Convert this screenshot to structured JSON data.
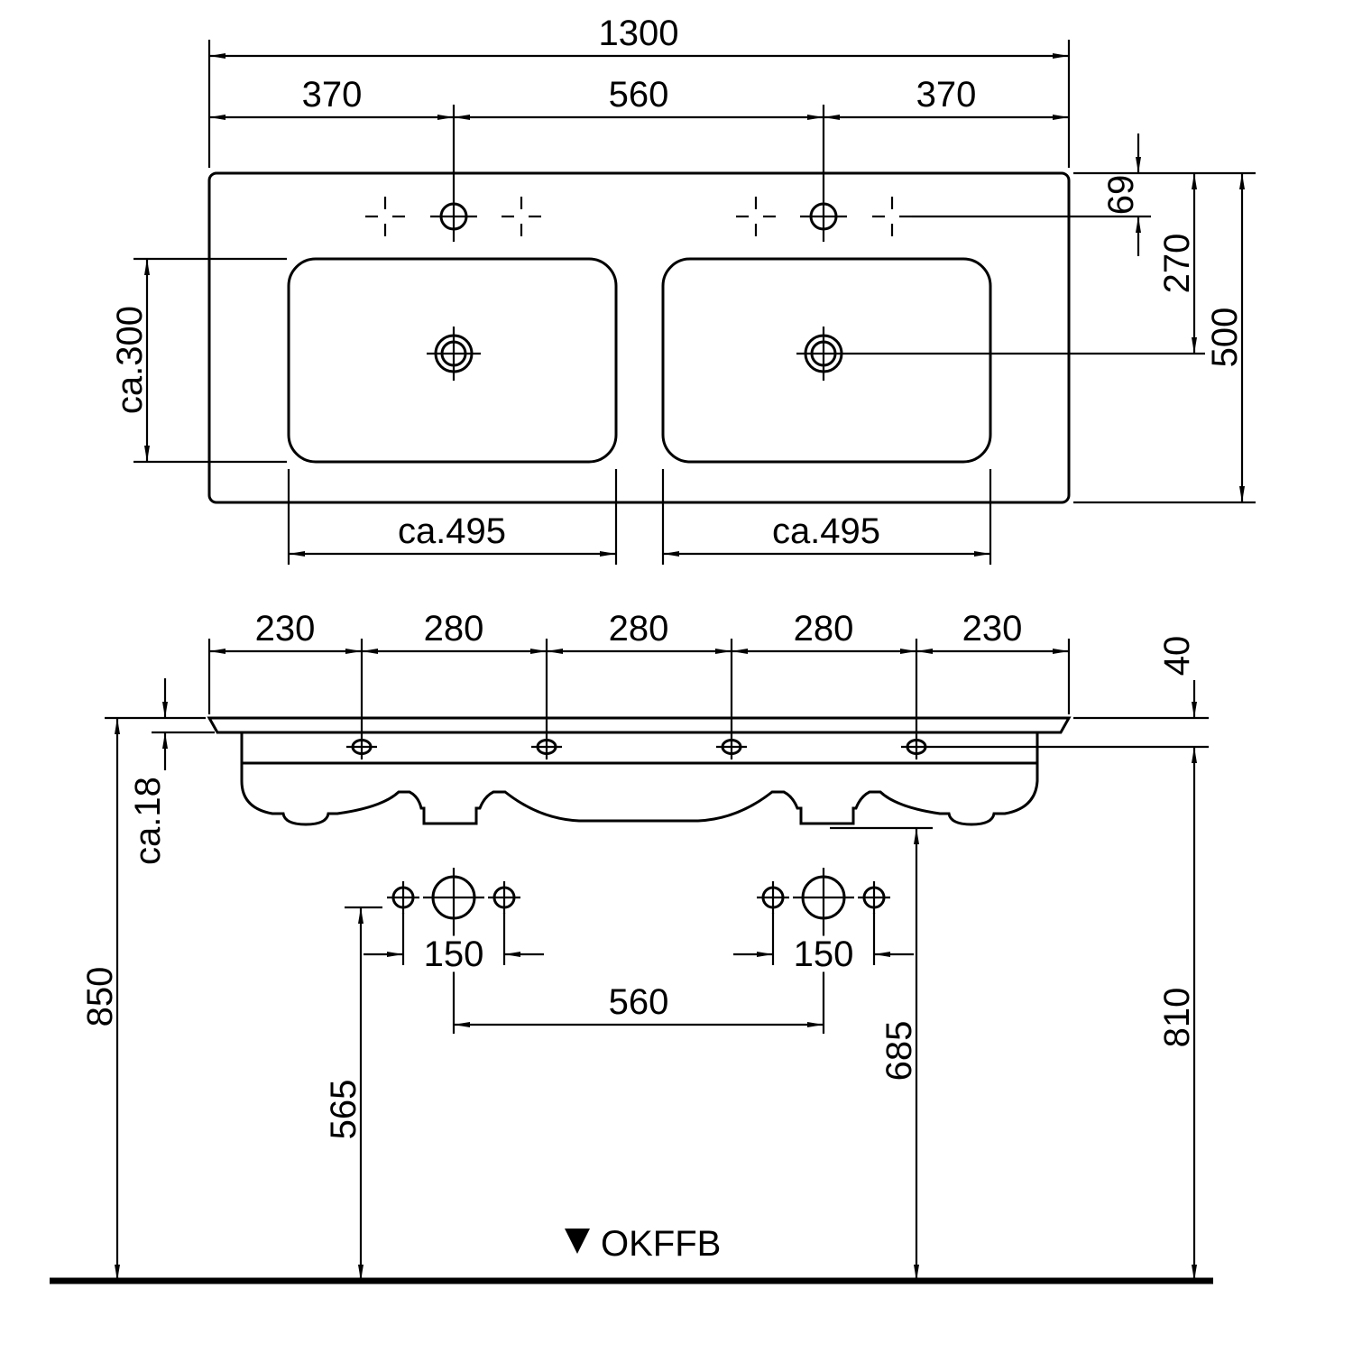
{
  "drawing": {
    "top_view": {
      "overall_width": "1300",
      "tap_spacings": [
        "370",
        "560",
        "370"
      ],
      "edge_to_tap": "69",
      "edge_to_drain": "270",
      "overall_depth": "500",
      "basin_depth": "ca.300",
      "basin_widths": [
        "ca.495",
        "ca.495"
      ]
    },
    "front_view": {
      "hole_segments": [
        "230",
        "280",
        "280",
        "280",
        "230"
      ],
      "rim_height": "40",
      "apron_thickness": "ca.18",
      "height_to_rim": "850",
      "bolt_spacings": [
        "150",
        "150"
      ],
      "drain_spacing": "560",
      "bolt_height": "565",
      "drain_height": "685",
      "underside_height": "810",
      "floor_reference": "OKFFB"
    }
  }
}
